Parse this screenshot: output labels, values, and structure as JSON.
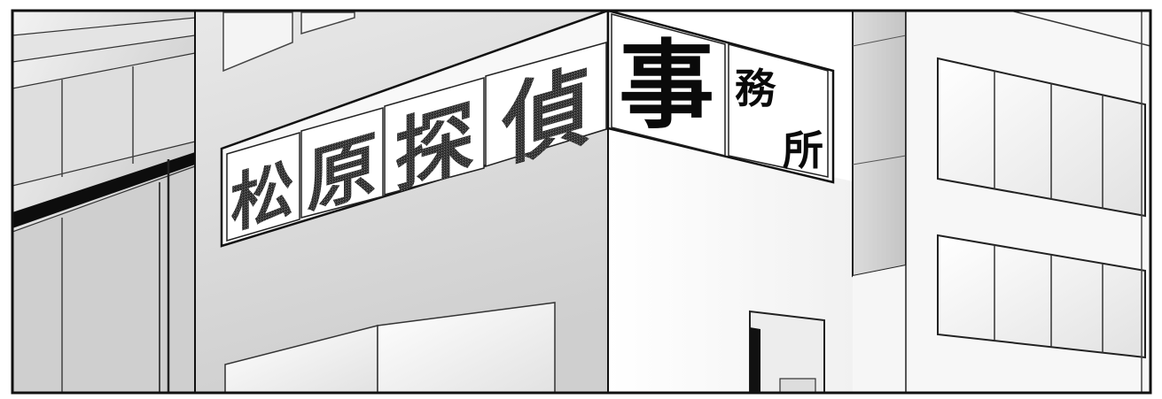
{
  "panel": {
    "sign": {
      "front_chars": [
        "松",
        "原",
        "探",
        "偵"
      ],
      "side_big": "事",
      "side_small_top": "務",
      "side_small_bottom": "所"
    }
  },
  "colors": {
    "ink": "#111111",
    "paper": "#ffffff",
    "shade_light": "#ececec",
    "shade_mid": "#d2d2d2",
    "shade_dark": "#a8a8a8"
  }
}
